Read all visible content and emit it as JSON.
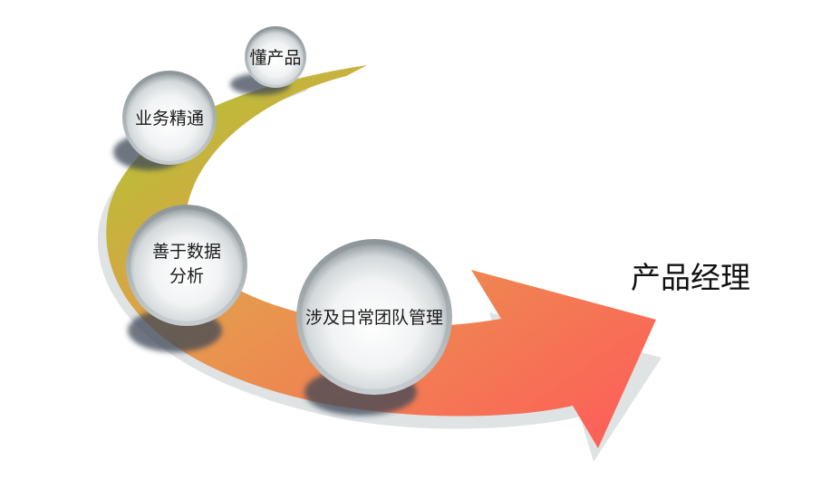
{
  "steps": [
    {
      "lines": [
        "懂产品"
      ]
    },
    {
      "lines": [
        "业务精通"
      ]
    },
    {
      "lines": [
        "善于数据",
        "分析"
      ]
    },
    {
      "lines": [
        "涉及日常团队管理"
      ]
    }
  ],
  "result": "产品经理",
  "colors": {
    "arrow_start": "#a8cc2e",
    "arrow_mid": "#e8974e",
    "arrow_end": "#ff5a5a",
    "arrow_shadow": "#dfe3e4",
    "bubble_shadow": "#3c4656"
  }
}
